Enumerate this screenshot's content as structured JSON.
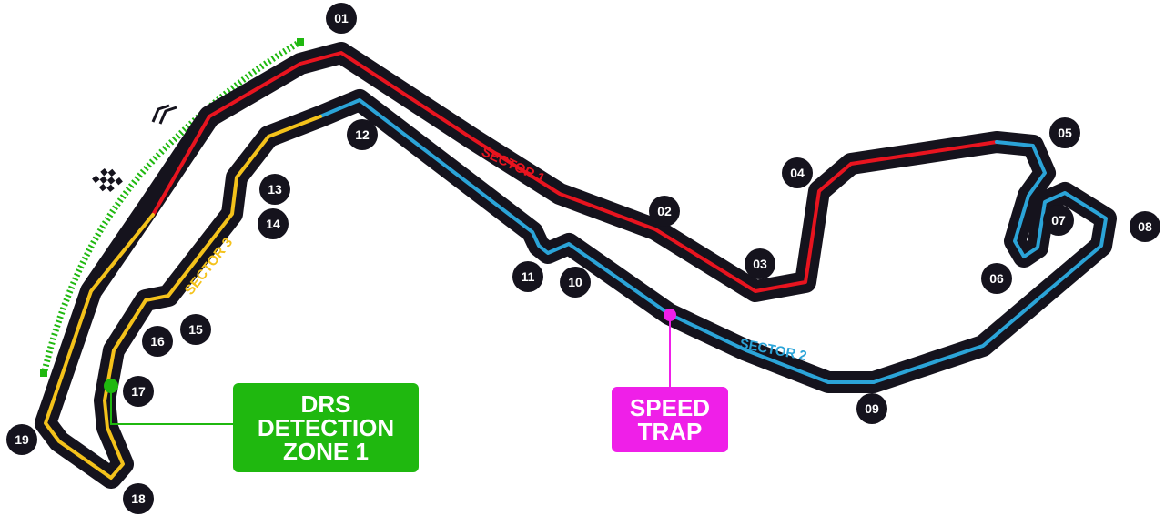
{
  "colors": {
    "track": "#15131d",
    "sector1": "#e8141f",
    "sector2": "#2ba4d8",
    "sector3": "#f4c21b",
    "drs": "#1fb80f",
    "speed_trap": "#ef1fe8",
    "corner_badge": "#15131d"
  },
  "icons": {
    "start_finish": "checkered-flag-icon",
    "direction": "direction-chevrons-icon"
  },
  "corners": [
    "01",
    "02",
    "03",
    "04",
    "05",
    "06",
    "07",
    "08",
    "09",
    "10",
    "11",
    "12",
    "13",
    "14",
    "15",
    "16",
    "17",
    "18",
    "19"
  ],
  "sectors": {
    "sector1": "SECTOR 1",
    "sector2": "SECTOR 2",
    "sector3": "SECTOR 3"
  },
  "drs": {
    "line1": "DRS",
    "line2": "DETECTION",
    "line3": "ZONE 1"
  },
  "speed_trap": {
    "line1": "SPEED",
    "line2": "TRAP"
  }
}
